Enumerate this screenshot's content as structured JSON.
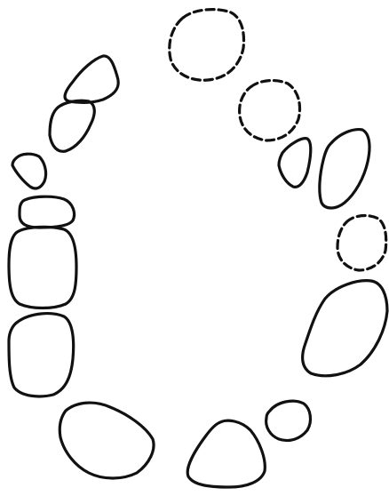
{
  "diagram": {
    "shapes": [
      {
        "id": "upper-left-stone-top",
        "style": "solid"
      },
      {
        "id": "upper-left-stone-lower",
        "style": "solid"
      },
      {
        "id": "small-left-stone",
        "style": "solid"
      },
      {
        "id": "left-flat-stone",
        "style": "solid"
      },
      {
        "id": "left-tall-stone",
        "style": "solid"
      },
      {
        "id": "left-lower-stone",
        "style": "solid"
      },
      {
        "id": "bottom-left-stone",
        "style": "solid"
      },
      {
        "id": "bottom-center-stone",
        "style": "solid"
      },
      {
        "id": "small-round-stone",
        "style": "solid"
      },
      {
        "id": "right-large-stone",
        "style": "solid"
      },
      {
        "id": "right-upper-stone",
        "style": "solid"
      },
      {
        "id": "right-small-stone",
        "style": "solid"
      },
      {
        "id": "top-dashed-circle",
        "style": "dashed"
      },
      {
        "id": "middle-dashed-circle",
        "style": "dashed"
      },
      {
        "id": "right-dashed-circle",
        "style": "dashed"
      }
    ]
  }
}
